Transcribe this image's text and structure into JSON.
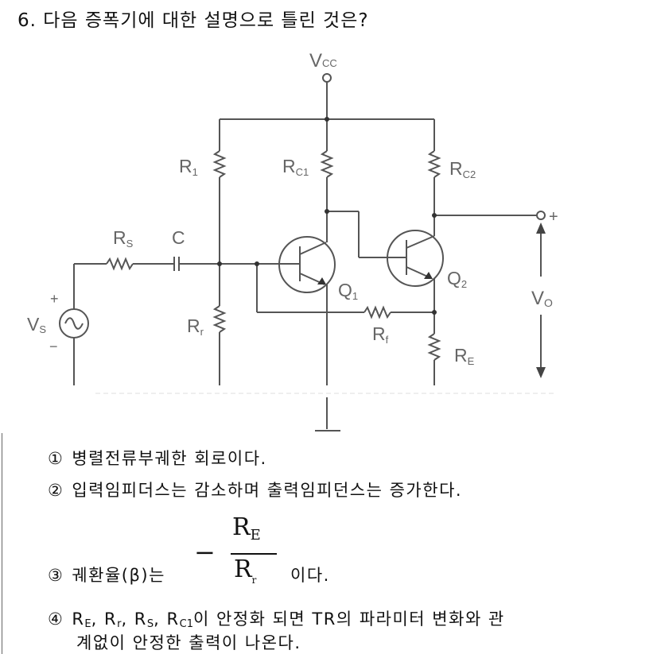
{
  "question": {
    "number": "6.",
    "text": "다음 증폭기에 대한 설명으로 틀린 것은?"
  },
  "diagram": {
    "labels": {
      "vcc": "V",
      "vcc_sub": "CC",
      "r1": "R",
      "r1_sub": "1",
      "rc1": "R",
      "rc1_sub": "C1",
      "rc2": "R",
      "rc2_sub": "C2",
      "rs": "R",
      "rs_sub": "S",
      "c": "C",
      "vs": "V",
      "vs_sub": "S",
      "vs_plus": "+",
      "vs_minus": "−",
      "rr": "R",
      "rr_sub": "r",
      "q1": "Q",
      "q1_sub": "1",
      "q2": "Q",
      "q2_sub": "2",
      "rf": "R",
      "rf_sub": "f",
      "re": "R",
      "re_sub": "E",
      "vo": "V",
      "vo_sub": "O",
      "out_plus": "+"
    },
    "line_color": "#555555",
    "label_color": "#666666"
  },
  "options": [
    {
      "num": "①",
      "text": "병렬전류부궤한 회로이다."
    },
    {
      "num": "②",
      "text": "입력임피더스는 감소하며 출력임피던스는 증가한다."
    },
    {
      "num": "③",
      "text_before": "궤환율(β)는",
      "minus": "−",
      "numerator": "R",
      "numerator_sub": "E",
      "denominator": "R",
      "denominator_sub": "r",
      "text_after": "이다."
    },
    {
      "num": "④",
      "line1_parts": [
        "R",
        "E",
        ", R",
        "r",
        ", R",
        "S",
        ", R",
        "C1",
        "이 안정화 되면 TR의 파라미터 변화와 관"
      ],
      "line2": "계없이 안정한 출력이 나온다."
    }
  ]
}
